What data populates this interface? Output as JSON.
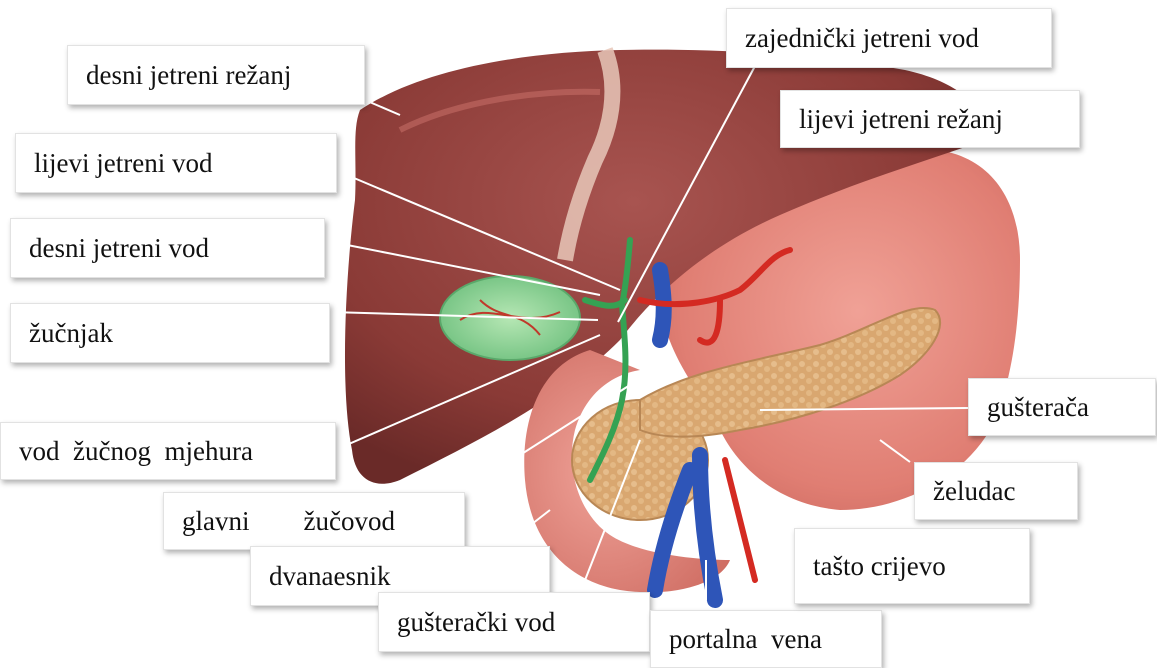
{
  "labels": {
    "desni_jetreni_rezanj": "desni jetreni režanj",
    "zajednicki_jetreni_vod": "zajednički jetreni vod",
    "lijevi_jetreni_rezanj": "lijevi jetreni režanj",
    "lijevi_jetreni_vod": "lijevi jetreni vod",
    "desni_jetreni_vod": "desni jetreni vod",
    "zucnjak": "žučnjak",
    "vod_zucnog_mjehura": "vod  žučnog  mjehura",
    "glavni_zucovod": "glavni        žučovod",
    "dvanaesnik": "dvanaesnik",
    "guseracni_vod": "gušterački vod",
    "portalna_vena": "portalna  vena",
    "gusteraca": "gušterača",
    "zeludac": "želudac",
    "tasto_crijevo": "tašto crijevo"
  },
  "colors": {
    "liver": "#8e3b38",
    "stomach": "#e0837a",
    "pancreas": "#d8a572",
    "gallbladder": "#8fd19a",
    "bile_duct": "#3fae5a",
    "vein": "#2e55b8",
    "artery": "#d42a22",
    "leader_line": "#ffffff"
  }
}
